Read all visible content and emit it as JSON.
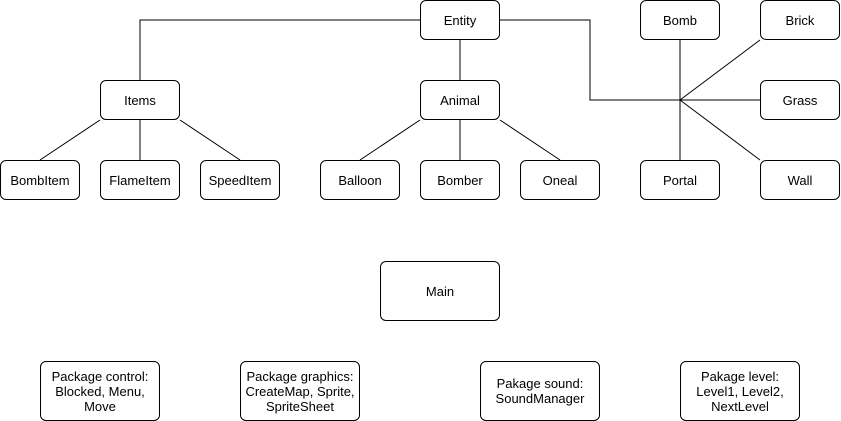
{
  "diagram": {
    "nodes": {
      "entity": "Entity",
      "items": "Items",
      "animal": "Animal",
      "bomb": "Bomb",
      "brick": "Brick",
      "grass": "Grass",
      "portal": "Portal",
      "wall": "Wall",
      "bombitem": "BombItem",
      "flameitem": "FlameItem",
      "speeditem": "SpeedItem",
      "balloon": "Balloon",
      "bomber": "Bomber",
      "oneal": "Oneal",
      "main": "Main"
    },
    "packages": {
      "control": "Package control:\nBlocked, Menu,\nMove",
      "graphics": "Package graphics:\nCreateMap, Sprite,\nSpriteSheet",
      "sound": "Pakage sound:\nSoundManager",
      "level": "Pakage level:\nLevel1, Level2,\nNextLevel"
    }
  }
}
